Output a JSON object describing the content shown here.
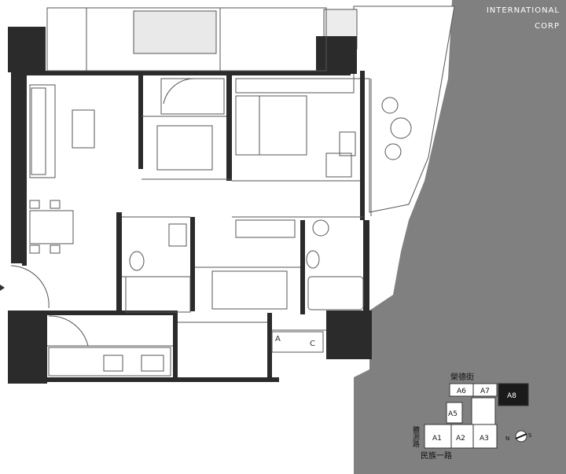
{
  "brand": {
    "line1": "INTERNATIONAL",
    "line2": "CORP"
  },
  "key_plan": {
    "street_top": "榮德街",
    "street_left": "體測路",
    "street_bottom": "民族一路",
    "units": [
      "A1",
      "A2",
      "A3",
      "A5",
      "A6",
      "A7",
      "A8"
    ],
    "highlight_unit": "A8",
    "compass_n": "N",
    "compass_s": "S"
  },
  "markers": {
    "a": "A",
    "c": "C"
  },
  "colors": {
    "terrain": "#808080",
    "wall": "#2b2b2b",
    "line": "#555555",
    "highlight": "#1a1a1a"
  }
}
